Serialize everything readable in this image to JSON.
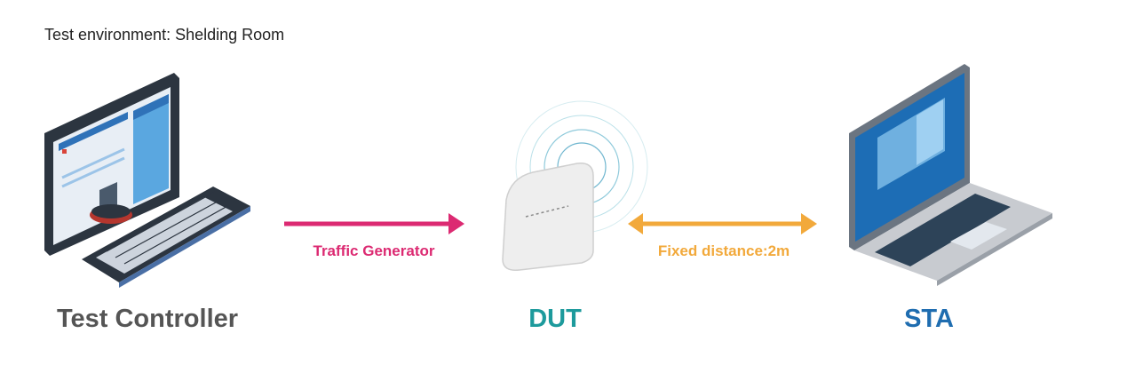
{
  "caption": "Test environment: Shelding Room",
  "nodes": {
    "controller": "Test Controller",
    "dut": "DUT",
    "sta": "STA"
  },
  "links": {
    "traffic": "Traffic Generator",
    "distance": "Fixed distance:2m"
  },
  "colors": {
    "traffic": "#dc2a72",
    "distance": "#f2a93b",
    "controller": "#555555",
    "dut": "#1d9a9c",
    "sta": "#1f6db0"
  }
}
